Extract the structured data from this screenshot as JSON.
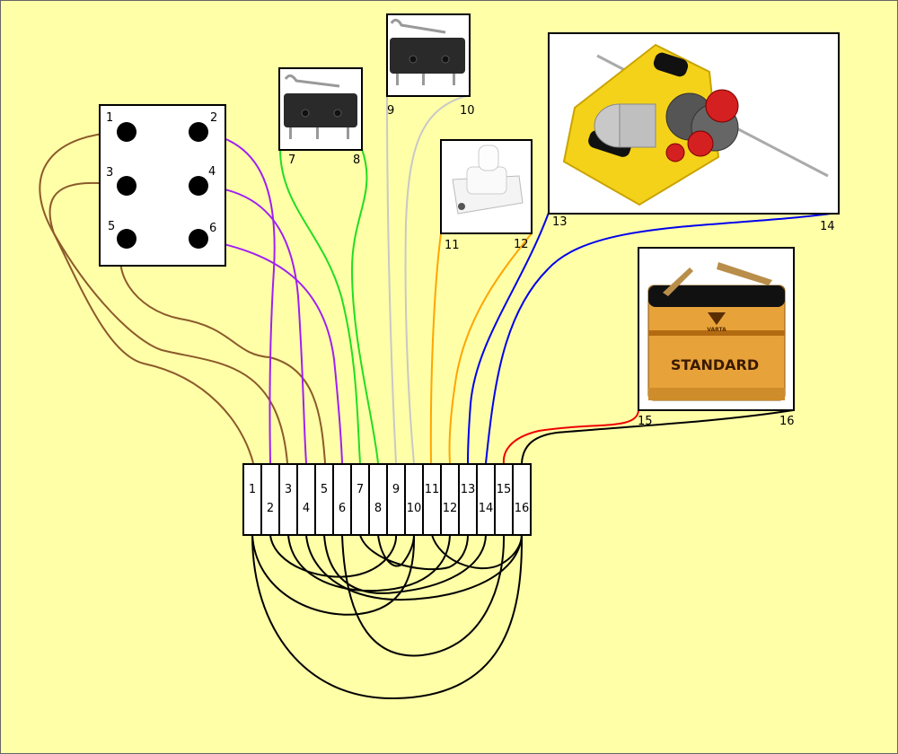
{
  "terminal_block": {
    "numbers": [
      "1",
      "2",
      "3",
      "4",
      "5",
      "6",
      "7",
      "8",
      "9",
      "10",
      "11",
      "12",
      "13",
      "14",
      "15",
      "16"
    ]
  },
  "switch_box": {
    "contacts": [
      "1",
      "2",
      "3",
      "4",
      "5",
      "6"
    ]
  },
  "microswitch_a": {
    "pins": [
      "7",
      "8"
    ]
  },
  "microswitch_b": {
    "pins": [
      "9",
      "10"
    ]
  },
  "push_button": {
    "pins": [
      "11",
      "12"
    ]
  },
  "gear_motor": {
    "pins": [
      "13",
      "14"
    ]
  },
  "battery": {
    "pins": [
      "15",
      "16"
    ],
    "brand": "VARTA",
    "label": "STANDARD"
  },
  "colors": {
    "background": "#ffffa8",
    "brown": "#8b5a2b",
    "purple": "#a020f0",
    "green": "#22dd22",
    "light_gray": "#c8c8c8",
    "orange": "#ffa500",
    "blue": "#0000ee",
    "red": "#ee0000",
    "black": "#000000"
  },
  "icons": [
    "microswitch-lever",
    "push-button",
    "dc-gear-motor",
    "flat-battery-4-5v"
  ]
}
